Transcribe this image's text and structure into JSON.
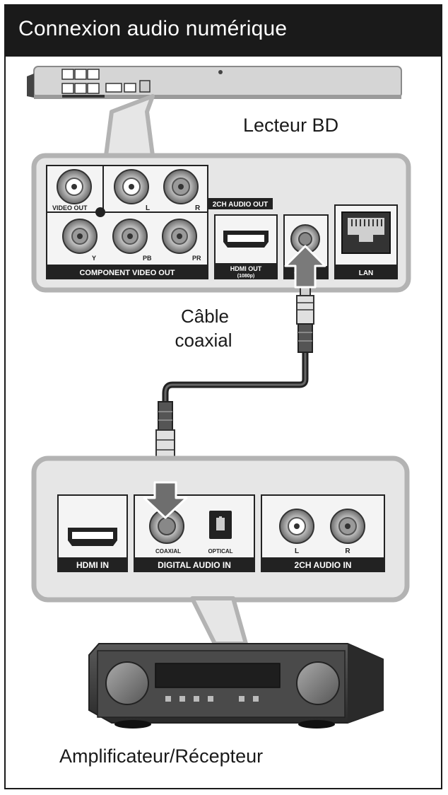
{
  "header": {
    "title": "Connexion audio numérique"
  },
  "devices": {
    "player_label": "Lecteur BD",
    "amplifier_label": "Amplificateur/Récepteur"
  },
  "cable": {
    "line1": "Câble",
    "line2": "coaxial"
  },
  "player_panel": {
    "video_out": "VIDEO OUT",
    "audio_l": "L",
    "audio_r": "R",
    "audio_2ch": "2CH AUDIO OUT",
    "comp_y": "Y",
    "comp_pb": "PB",
    "comp_pr": "PR",
    "component_video_out": "COMPONENT VIDEO OUT",
    "hdmi_out": "HDMI OUT",
    "hdmi_res": "(1080p)",
    "coaxial_short": "CO",
    "lan": "LAN"
  },
  "amp_panel": {
    "hdmi_in": "HDMI IN",
    "coaxial": "COAXIAL",
    "optical": "OPTICAL",
    "digital_audio_in": "DIGITAL AUDIO IN",
    "in_l": "L",
    "in_r": "R",
    "audio_2ch_in": "2CH AUDIO IN"
  },
  "colors": {
    "frame": "#1a1a1a",
    "panel_bg": "#e6e6e6",
    "panel_border": "#b3b3b3",
    "label_strip": "#222222",
    "arrow_fill": "#6e6e6e",
    "amp_body": "#3a3a3a"
  },
  "icons": [
    "rca-jack-icon",
    "hdmi-port-icon",
    "lan-port-icon",
    "optical-port-icon",
    "coaxial-plug-icon",
    "down-arrow-icon",
    "up-arrow-icon"
  ]
}
